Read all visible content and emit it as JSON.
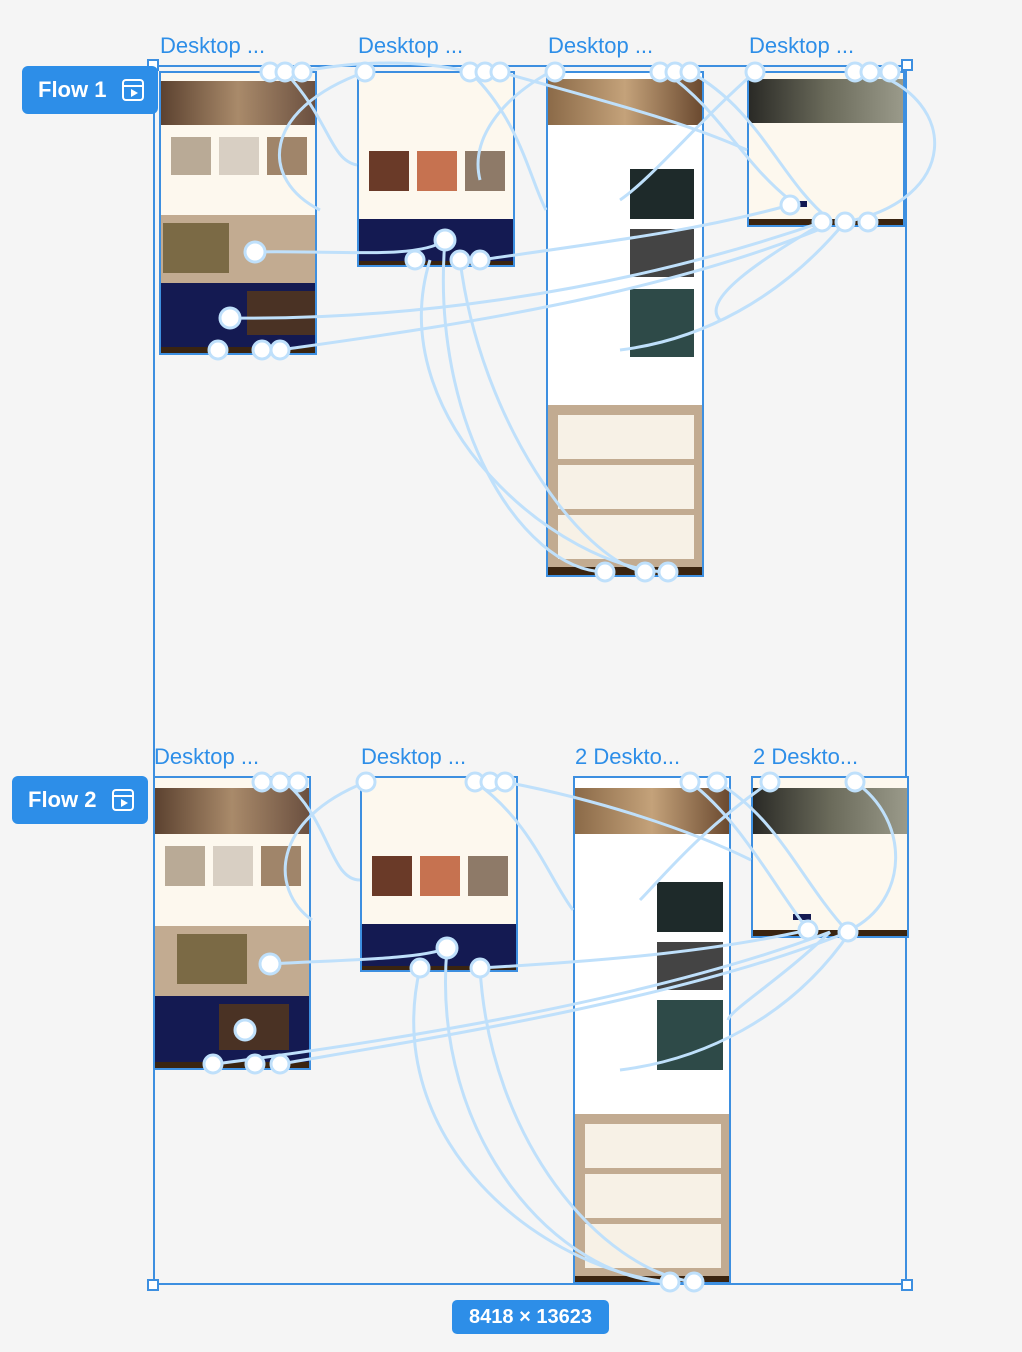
{
  "canvas": {
    "dimensions": "8418 × 13623",
    "accent": "#2d8ee8"
  },
  "flows": [
    {
      "label": "Flow 1",
      "icon": "prototype-play-icon"
    },
    {
      "label": "Flow 2",
      "icon": "prototype-play-icon"
    }
  ],
  "frames_row1": [
    "Desktop ...",
    "Desktop ...",
    "Desktop ...",
    "Desktop ..."
  ],
  "frames_row2": [
    "Desktop ...",
    "Desktop ...",
    "2 Deskto...",
    "2 Deskto..."
  ],
  "colors": {
    "cream": "#fdf8ee",
    "tan": "#c2ab91",
    "navy": "#141a52",
    "brown": "#3a2410",
    "connector": "#bfe0fb"
  }
}
